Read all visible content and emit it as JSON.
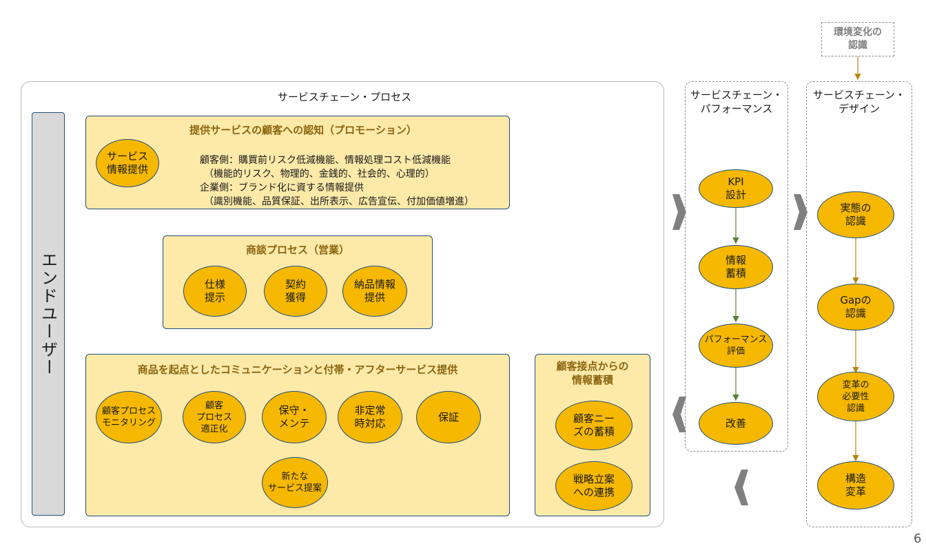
{
  "main_panel": {
    "title": "サービスチェーン・プロセス"
  },
  "end_user": {
    "label": "エンドユーザー"
  },
  "promotion": {
    "title": "提供サービスの顧客への認知（プロモーション）",
    "oval": "サービス\n情報提供",
    "lines": [
      "顧客側：購買前リスク低減機能、情報処理コスト低減機能",
      "（機能的リスク、物理的、金銭的、社会的、心理的）",
      "企業側：ブランド化に資する情報提供",
      "（識別機能、品質保証、出所表示、広告宣伝、付加価値増進）"
    ]
  },
  "negotiation": {
    "title": "商談プロセス（営業）",
    "ovals": [
      "仕様\n提示",
      "契約\n獲得",
      "納品情報\n提供"
    ]
  },
  "after_service": {
    "title": "商品を起点としたコミュニケーションと付帯・アフターサービス提供",
    "ovals": [
      "顧客プロセス\nモニタリング",
      "顧客\nプロセス\n適正化",
      "保守・\nメンテ",
      "非定常\n時対応",
      "保証",
      "新たな\nサービス提案"
    ]
  },
  "info_accumulation": {
    "title": "顧客接点からの\n情報蓄積",
    "ovals": [
      "顧客ニー\nズの蓄積",
      "戦略立案\nへの連携"
    ]
  },
  "performance": {
    "title": "サービスチェーン・\nパフォーマンス",
    "ovals": [
      "KPI\n設計",
      "情報\n蓄積",
      "パフォーマンス\n評価",
      "改善"
    ]
  },
  "design": {
    "title": "サービスチェーン・\nデザイン",
    "env": "環境変化の\n認識",
    "ovals": [
      "実態の\n認識",
      "Gapの\n認識",
      "変革の\n必要性\n認識",
      "構造\n変革"
    ]
  },
  "page_number": "6",
  "colors": {
    "oval": "#f6b800",
    "box": "#fde9a8",
    "border": "#1f4e79",
    "arrow": "#b8860b",
    "text_title": "#8b6510",
    "green_arrow": "#548235"
  }
}
